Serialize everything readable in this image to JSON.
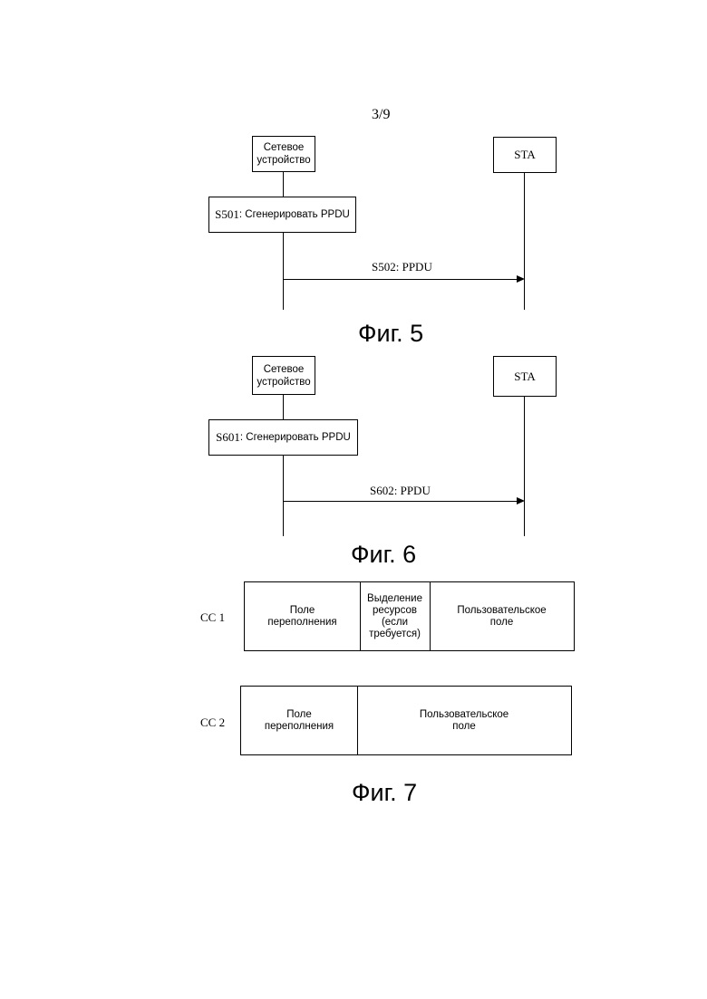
{
  "page_number": "3/9",
  "fig5": {
    "device_label": "Сетевое\nустройство",
    "sta_label": "STA",
    "step1_code": "S501",
    "step1_text": ": Сгенерировать PPDU",
    "arrow_label": "S502: PPDU",
    "caption": "Фиг. 5"
  },
  "fig6": {
    "device_label": "Сетевое\nустройство",
    "sta_label": "STA",
    "step1_code": "S601",
    "step1_text": ": Сгенерировать PPDU",
    "arrow_label": "S602: PPDU",
    "caption": "Фиг. 6"
  },
  "fig7": {
    "cc1": {
      "label": "CC 1",
      "cells": [
        "Поле\nпереполнения",
        "Выделение\nресурсов\n(если\nтребуется)",
        "Пользовательское\nполе"
      ]
    },
    "cc2": {
      "label": "CC 2",
      "cells": [
        "Поле\nпереполнения",
        "Пользовательское\nполе"
      ]
    },
    "caption": "Фиг. 7"
  }
}
